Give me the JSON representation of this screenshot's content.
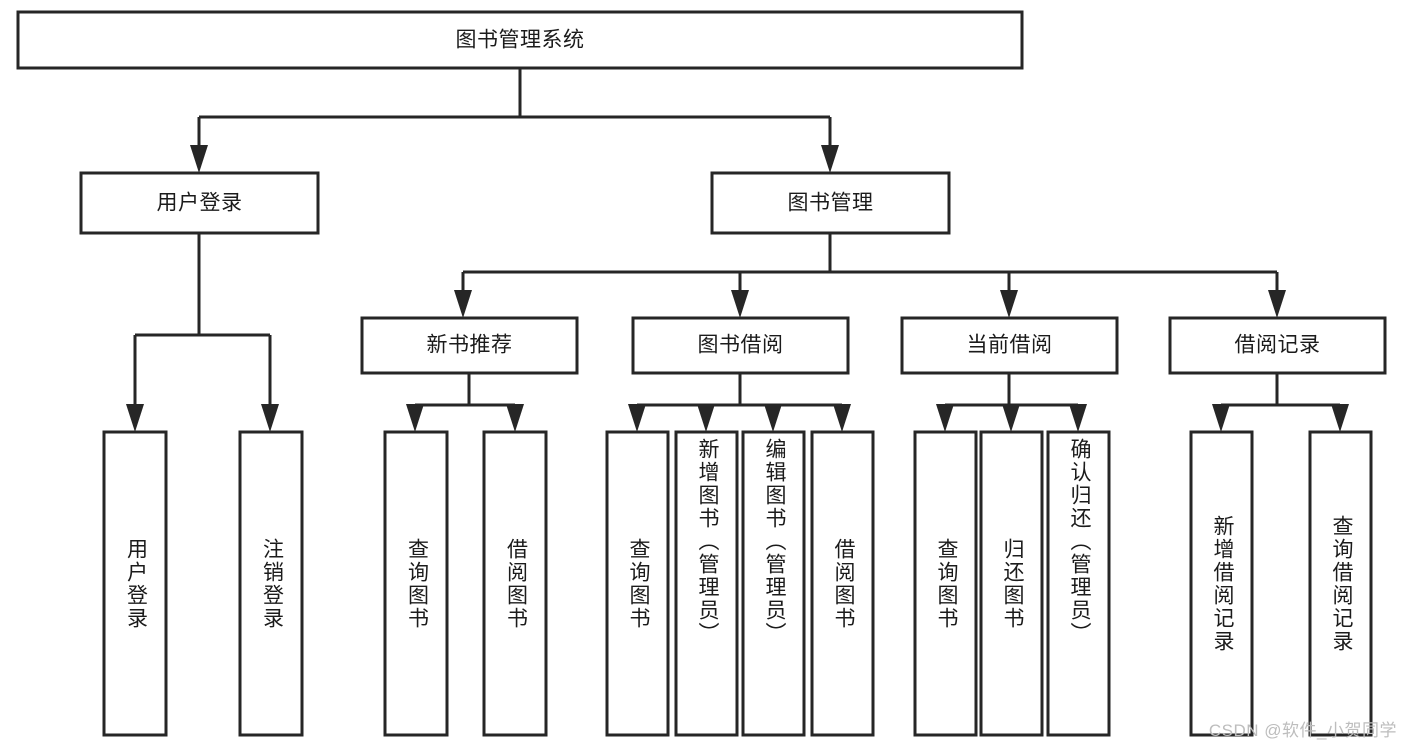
{
  "diagram": {
    "title": "图书管理系统",
    "type": "tree",
    "watermark": "CSDN @软件_小贺同学",
    "colors": {
      "stroke": "#262626",
      "fill": "#ffffff",
      "text": "#1b1b1b",
      "watermark": "#bdbdbd"
    },
    "root": {
      "label": "图书管理系统"
    },
    "level1": [
      {
        "label": "用户登录"
      },
      {
        "label": "图书管理"
      }
    ],
    "level2": [
      {
        "label": "新书推荐"
      },
      {
        "label": "图书借阅"
      },
      {
        "label": "当前借阅"
      },
      {
        "label": "借阅记录"
      }
    ],
    "leaves": {
      "user_login": [
        {
          "label": "用户登录"
        },
        {
          "label": "注销登录"
        }
      ],
      "new_book": [
        {
          "label": "查询图书"
        },
        {
          "label": "借阅图书"
        }
      ],
      "book_borrow": [
        {
          "label": "查询图书"
        },
        {
          "label": "新增图书（管理员）"
        },
        {
          "label": "编辑图书（管理员）"
        },
        {
          "label": "借阅图书"
        }
      ],
      "current_borrow": [
        {
          "label": "查询图书"
        },
        {
          "label": "归还图书"
        },
        {
          "label": "确认归还（管理员）"
        }
      ],
      "borrow_record": [
        {
          "label": "新增借阅记录"
        },
        {
          "label": "查询借阅记录"
        }
      ]
    }
  }
}
